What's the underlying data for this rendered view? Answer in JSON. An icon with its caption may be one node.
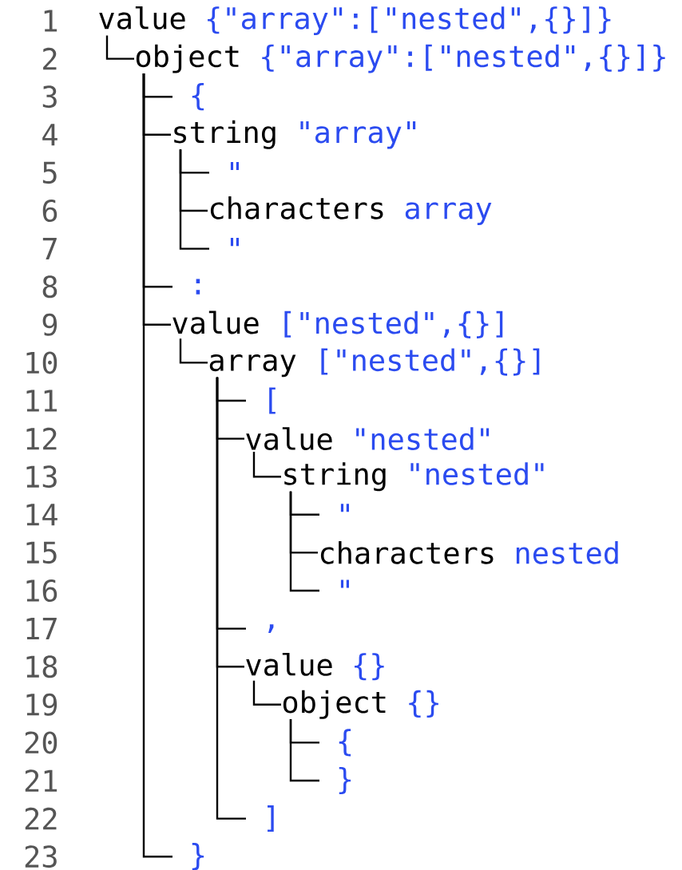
{
  "diagram": {
    "nodes": [
      {
        "text": [
          "value",
          "{\"array\":[\"nested\",{}]}"
        ]
      },
      {
        "text": [
          "object",
          "{\"array\":[\"nested\",{}]}"
        ]
      },
      {
        "text": [
          "{"
        ]
      },
      {
        "text": [
          "string",
          "\"array\""
        ]
      },
      {
        "text": [
          "\""
        ]
      },
      {
        "text": [
          "characters",
          "array"
        ]
      },
      {
        "text": [
          "\""
        ]
      },
      {
        "text": [
          ":"
        ]
      },
      {
        "text": [
          "value",
          "[\"nested\",{}]"
        ]
      },
      {
        "text": [
          "array",
          "[\"nested\",{}]"
        ]
      },
      {
        "text": [
          "["
        ]
      },
      {
        "text": [
          "value",
          "\"nested\""
        ]
      },
      {
        "text": [
          "string",
          "\"nested\""
        ]
      },
      {
        "text": [
          "\""
        ]
      },
      {
        "text": [
          "characters",
          "nested"
        ]
      },
      {
        "text": [
          "\""
        ]
      },
      {
        "text": [
          ","
        ]
      },
      {
        "text": [
          "value",
          "{}"
        ]
      },
      {
        "text": [
          "object",
          "{}"
        ]
      },
      {
        "text": [
          "{"
        ]
      },
      {
        "text": [
          "}"
        ]
      },
      {
        "text": [
          "]"
        ]
      },
      {
        "text": [
          "}"
        ]
      }
    ],
    "edges": [
      {
        "from": 0,
        "to": 1,
        "arrow": "none"
      },
      {
        "from": 1,
        "to": 2,
        "arrow": "none"
      },
      {
        "from": 1,
        "to": 3,
        "arrow": "none"
      },
      {
        "from": 3,
        "to": 4,
        "arrow": "none"
      },
      {
        "from": 3,
        "to": 5,
        "arrow": "none"
      },
      {
        "from": 3,
        "to": 6,
        "arrow": "none"
      },
      {
        "from": 1,
        "to": 7,
        "arrow": "none"
      },
      {
        "from": 1,
        "to": 8,
        "arrow": "none"
      },
      {
        "from": 8,
        "to": 9,
        "arrow": "none"
      },
      {
        "from": 9,
        "to": 10,
        "arrow": "none"
      },
      {
        "from": 9,
        "to": 11,
        "arrow": "none"
      },
      {
        "from": 11,
        "to": 12,
        "arrow": "none"
      },
      {
        "from": 12,
        "to": 13,
        "arrow": "none"
      },
      {
        "from": 12,
        "to": 14,
        "arrow": "none"
      },
      {
        "from": 12,
        "to": 15,
        "arrow": "none"
      },
      {
        "from": 9,
        "to": 16,
        "arrow": "none"
      },
      {
        "from": 9,
        "to": 17,
        "arrow": "none"
      },
      {
        "from": 17,
        "to": 18,
        "arrow": "none"
      },
      {
        "from": 18,
        "to": 19,
        "arrow": "none"
      },
      {
        "from": 18,
        "to": 20,
        "arrow": "none"
      },
      {
        "from": 9,
        "to": 21,
        "arrow": "none"
      },
      {
        "from": 1,
        "to": 22,
        "arrow": "none"
      }
    ],
    "labels": [
      "1",
      "2",
      "3",
      "4",
      "5",
      "6",
      "7",
      "8",
      "9",
      "10",
      "11",
      "12",
      "13",
      "14",
      "15",
      "16",
      "17",
      "18",
      "19",
      "20",
      "21",
      "22",
      "23"
    ]
  }
}
